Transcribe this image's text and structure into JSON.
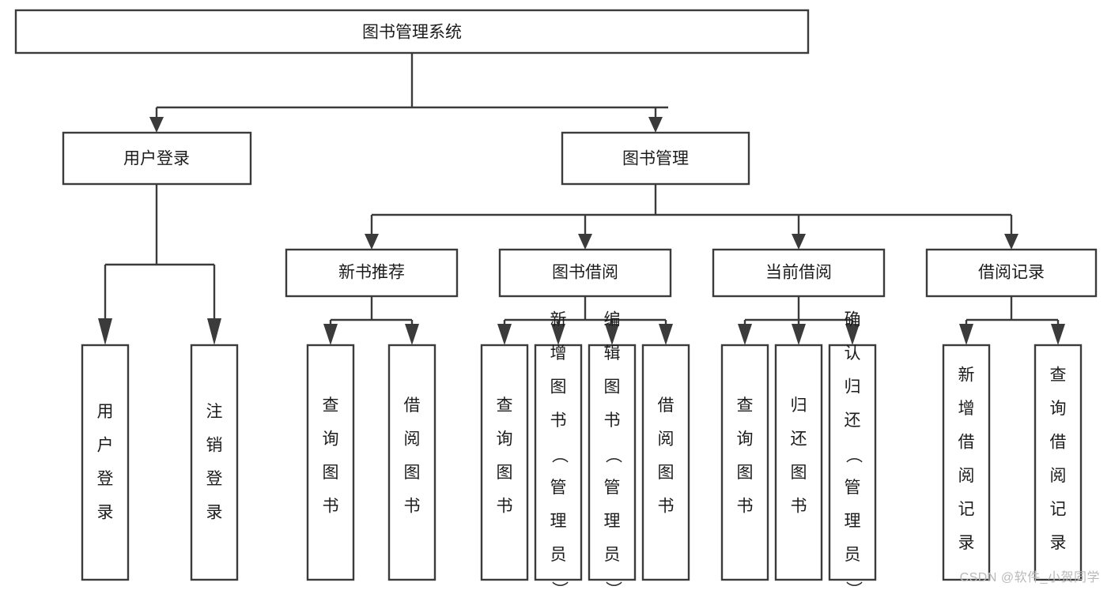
{
  "diagram": {
    "type": "tree-hierarchy-chart",
    "root": {
      "id": "root",
      "label": "图书管理系统"
    },
    "level2": [
      {
        "id": "user-login",
        "label": "用户登录"
      },
      {
        "id": "book-management",
        "label": "图书管理"
      }
    ],
    "level3": [
      {
        "id": "new-book-recommend",
        "label": "新书推荐",
        "parent": "book-management"
      },
      {
        "id": "book-borrow",
        "label": "图书借阅",
        "parent": "book-management"
      },
      {
        "id": "current-borrow",
        "label": "当前借阅",
        "parent": "book-management"
      },
      {
        "id": "borrow-record",
        "label": "借阅记录",
        "parent": "book-management"
      }
    ],
    "leaves": [
      {
        "id": "leaf-user-login",
        "label": "用户登录",
        "parent": "user-login"
      },
      {
        "id": "leaf-logout-login",
        "label": "注销登录",
        "parent": "user-login"
      },
      {
        "id": "leaf-query-book-1",
        "label": "查询图书",
        "parent": "new-book-recommend"
      },
      {
        "id": "leaf-borrow-book-1",
        "label": "借阅图书",
        "parent": "new-book-recommend"
      },
      {
        "id": "leaf-query-book-2",
        "label": "查询图书",
        "parent": "book-borrow"
      },
      {
        "id": "leaf-add-book",
        "label": "新增图书（管理员）",
        "parent": "book-borrow"
      },
      {
        "id": "leaf-edit-book",
        "label": "编辑图书（管理员）",
        "parent": "book-borrow"
      },
      {
        "id": "leaf-borrow-book-2",
        "label": "借阅图书",
        "parent": "book-borrow"
      },
      {
        "id": "leaf-query-book-3",
        "label": "查询图书",
        "parent": "current-borrow"
      },
      {
        "id": "leaf-return-book",
        "label": "归还图书",
        "parent": "current-borrow"
      },
      {
        "id": "leaf-confirm-return",
        "label": "确认归还（管理员）",
        "parent": "current-borrow"
      },
      {
        "id": "leaf-add-record",
        "label": "新增借阅记录",
        "parent": "borrow-record"
      },
      {
        "id": "leaf-query-record",
        "label": "查询借阅记录",
        "parent": "borrow-record"
      }
    ],
    "colors": {
      "stroke": "#3b3b3b",
      "fill": "#ffffff",
      "text": "#1c1c1c",
      "watermark": "#b9b9b9"
    }
  },
  "watermark": {
    "text": "CSDN @软件_小贺同学"
  }
}
